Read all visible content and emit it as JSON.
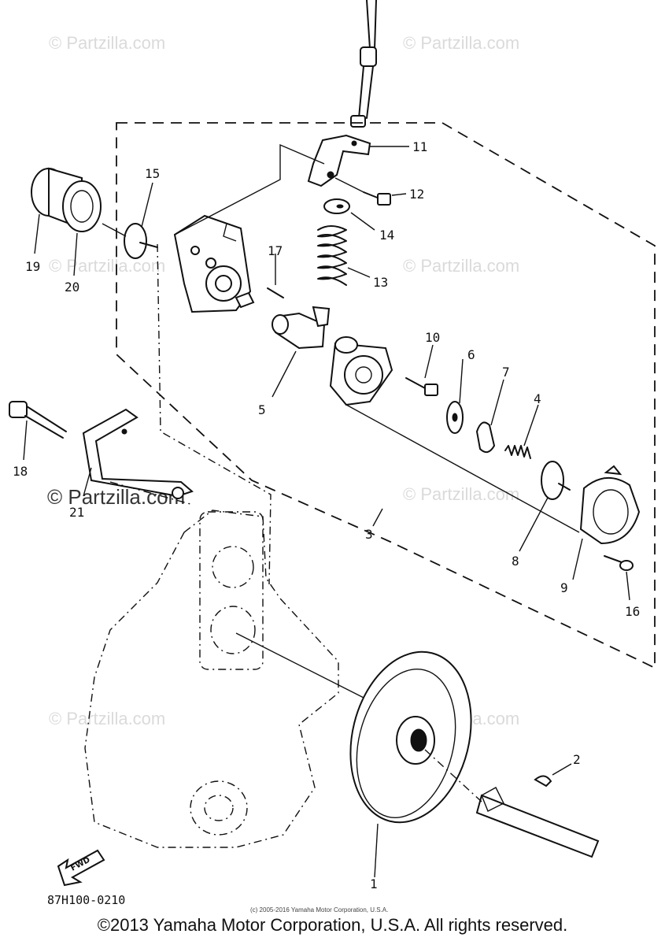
{
  "callouts": {
    "n1": "1",
    "n2": "2",
    "n3": "3",
    "n4": "4",
    "n5": "5",
    "n6": "6",
    "n7": "7",
    "n8": "8",
    "n9": "9",
    "n10": "10",
    "n11": "11",
    "n12": "12",
    "n13": "13",
    "n14": "14",
    "n15": "15",
    "n16": "16",
    "n17": "17",
    "n18": "18",
    "n19": "19",
    "n20": "20",
    "n21": "21"
  },
  "watermark": "© Partzilla.com",
  "fwd_label": "FWD",
  "diagram_code": "87H100-0210",
  "small_copyright": "(c) 2005-2016 Yamaha Motor Corporation, U.S.A.",
  "copyright": "©2013 Yamaha Motor Corporation, U.S.A. All rights reserved."
}
